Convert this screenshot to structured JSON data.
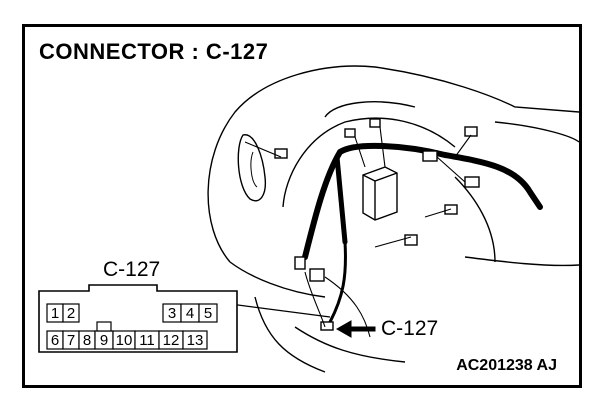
{
  "title": "CONNECTOR : C-127",
  "connector_label": "C-127",
  "arrow_label": "C-127",
  "figure_code": "AC201238  AJ",
  "pins_top": [
    "1",
    "2",
    "3",
    "4",
    "5"
  ],
  "pins_bottom": [
    "6",
    "7",
    "8",
    "9",
    "10",
    "11",
    "12",
    "13"
  ]
}
